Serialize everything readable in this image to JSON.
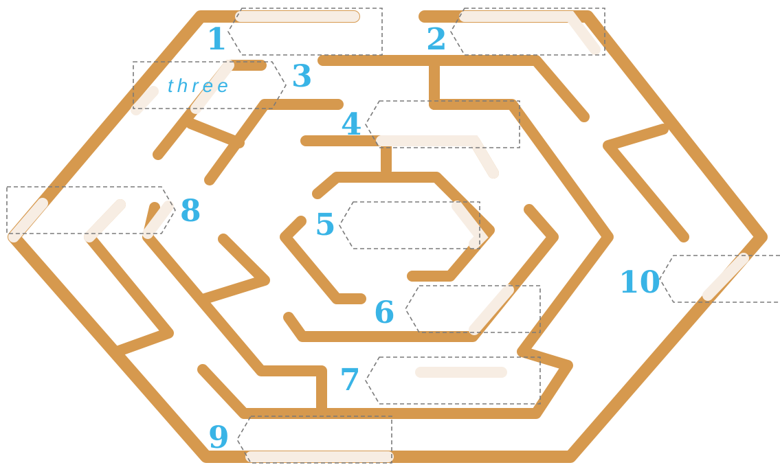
{
  "colors": {
    "maze_wall": "#D6994E",
    "highlight": "#F7EDE3",
    "label_number": "#39B4E6",
    "box_border": "#7A7A7A",
    "answer_text": "#39B4E6"
  },
  "labels": {
    "n1": "1",
    "n2": "2",
    "n3": "3",
    "n4": "4",
    "n5": "5",
    "n6": "6",
    "n7": "7",
    "n8": "8",
    "n9": "9",
    "n10": "10"
  },
  "answers": {
    "a1": "",
    "a2": "",
    "a3": "three",
    "a4": "",
    "a5": "",
    "a6": "",
    "a7": "",
    "a8": "",
    "a9": "",
    "a10": ""
  }
}
